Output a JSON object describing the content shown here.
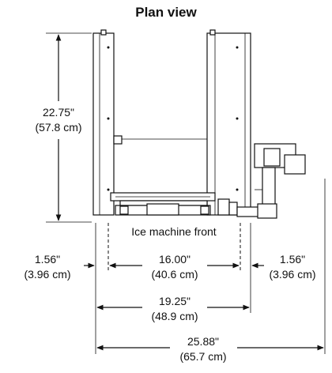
{
  "title": "Plan view",
  "front_label": "Ice machine front",
  "dims": {
    "depth_in": "22.75\"",
    "depth_cm": "(57.8 cm)",
    "inner_in": "16.00\"",
    "inner_cm": "(40.6 cm)",
    "left_gap_in": "1.56\"",
    "left_gap_cm": "(3.96 cm)",
    "right_gap_in": "1.56\"",
    "right_gap_cm": "(3.96 cm)",
    "cabinet_in": "19.25\"",
    "cabinet_cm": "(48.9 cm)",
    "overall_in": "25.88\"",
    "overall_cm": "(65.7 cm)"
  }
}
